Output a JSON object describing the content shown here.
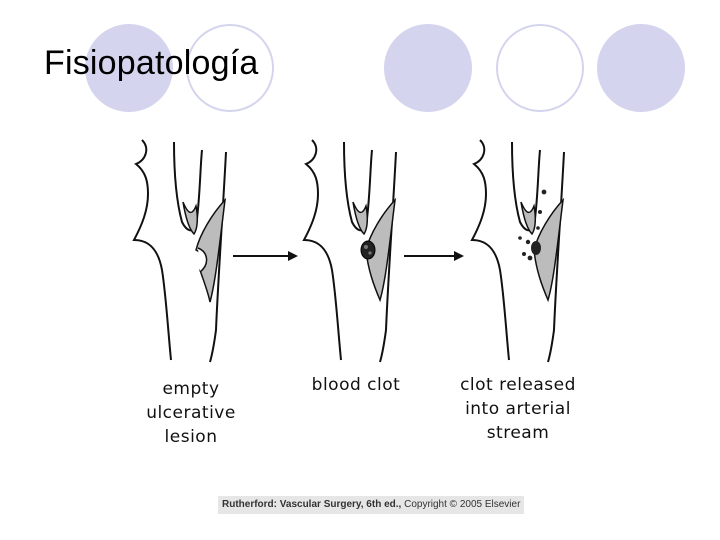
{
  "slide": {
    "title": "Fisiopatología",
    "panels": [
      {
        "label_lines": [
          "empty",
          "ulcerative",
          "lesion"
        ]
      },
      {
        "label_lines": [
          "blood clot"
        ]
      },
      {
        "label_lines": [
          "clot released",
          "into arterial",
          "stream"
        ]
      }
    ],
    "credit": {
      "source": "Rutherford: Vascular Surgery, 6th ed.,",
      "copyright": "Copyright © 2005 Elsevier"
    },
    "colors": {
      "circle_fill": "#d4d4ee",
      "plaque_fill": "#bcbcbc",
      "line": "#111111"
    }
  }
}
